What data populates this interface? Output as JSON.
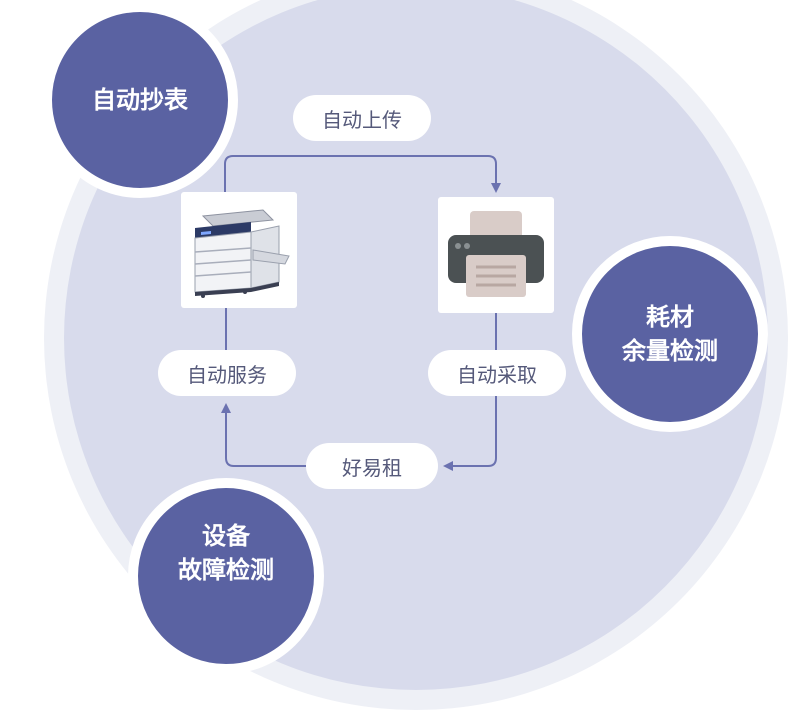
{
  "nodes": {
    "auto_meter_reading": "自动抄表",
    "consumables_line1": "耗材",
    "consumables_line2": "余量检测",
    "fault_line1": "设备",
    "fault_line2": "故障检测"
  },
  "flow": {
    "auto_upload": "自动上传",
    "auto_service": "自动服务",
    "auto_collect": "自动采取",
    "brand": "好易租"
  },
  "devices": {
    "left": "copier-icon",
    "right": "printer-icon"
  },
  "colors": {
    "node_fill": "#5a62a2",
    "inner_disc": "#d8dbec",
    "outer_ring": "#eef0f6",
    "arrow": "#6b72b0",
    "pill_text": "#55597a"
  }
}
